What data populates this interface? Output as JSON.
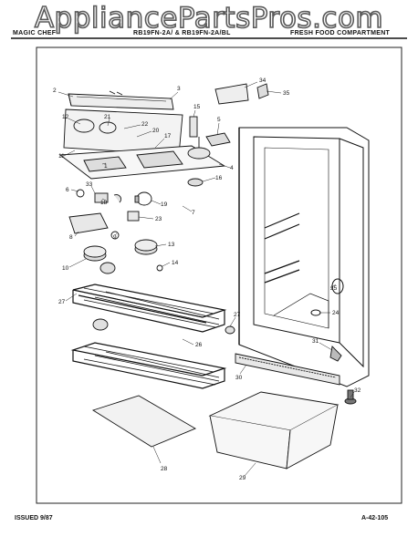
{
  "watermark": "AppliancePartsPros.com",
  "header": {
    "brand": "MAGIC CHEF",
    "models": "RB19FN-2A/ & RB19FN-2A/BL",
    "section": "FRESH FOOD COMPARTMENT"
  },
  "footer": {
    "issued": "ISSUED 9/87",
    "doc_number": "A-42-105"
  },
  "callouts": [
    "2",
    "3",
    "34",
    "35",
    "12",
    "21",
    "22",
    "20",
    "15",
    "5",
    "17",
    "11",
    "1",
    "4",
    "16",
    "6",
    "33",
    "18",
    "19",
    "7",
    "9",
    "23",
    "8",
    "13",
    "14",
    "10",
    "27",
    "25",
    "24",
    "27",
    "26",
    "31",
    "30",
    "32",
    "28",
    "29"
  ]
}
